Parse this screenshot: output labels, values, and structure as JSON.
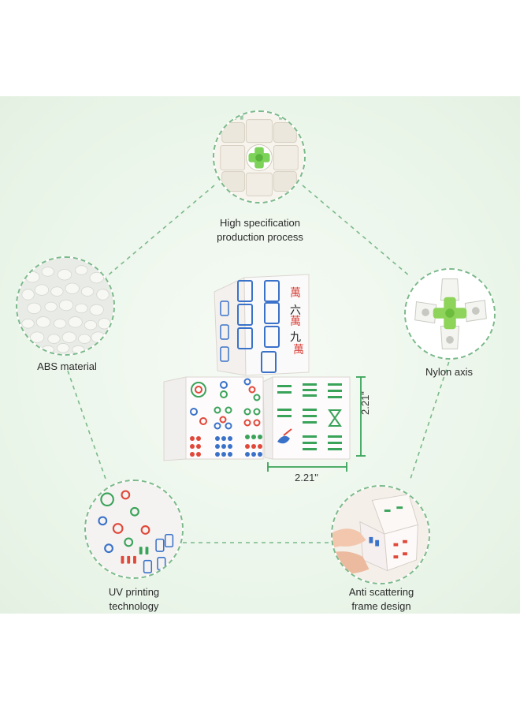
{
  "features": {
    "top": {
      "line1": "High specification",
      "line2": "production process",
      "icon": "cube-core-icon"
    },
    "left": {
      "line1": "ABS material",
      "icon": "abs-pellets-icon"
    },
    "right": {
      "line1": "Nylon axis",
      "icon": "nylon-axis-icon"
    },
    "bottom_left": {
      "line1": "UV printing",
      "line2": "technology",
      "icon": "uv-print-icon"
    },
    "bottom_right": {
      "line1": "Anti scattering",
      "line2": "frame design",
      "icon": "hand-cube-icon"
    }
  },
  "dimensions": {
    "height": "2.21\"",
    "width": "2.21\""
  },
  "colors": {
    "accent": "#7ab98a",
    "background": "#eaf5e9"
  }
}
